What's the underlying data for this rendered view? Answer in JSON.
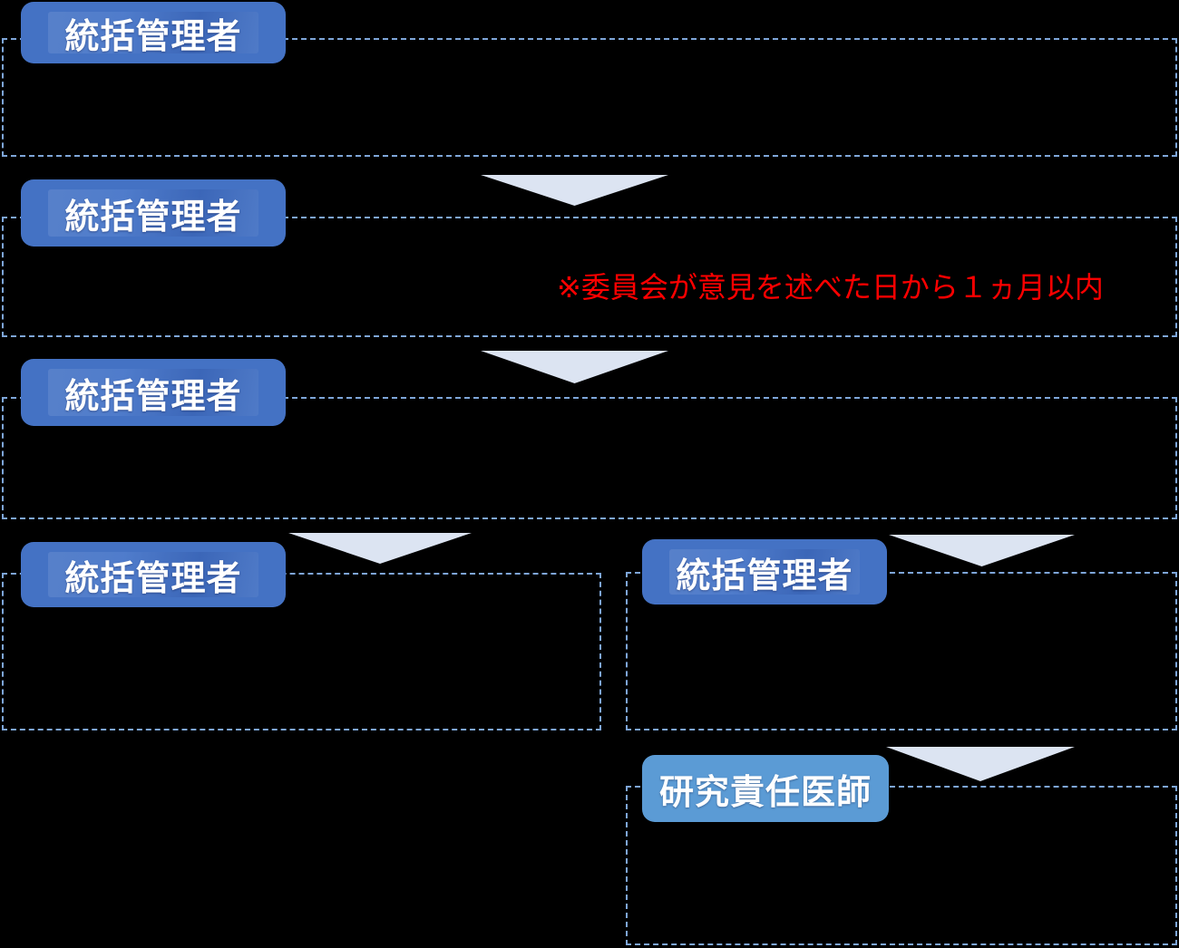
{
  "diagram": {
    "type": "flowchart",
    "background": "#000000",
    "colors": {
      "primary_box": "#4472C4",
      "secondary_box": "#5B9BD5",
      "dashed_border": "#7EA6D9",
      "arrow": "#DCE4F2",
      "annotation": "#FF0000",
      "box_text": "#FFFFFF",
      "background": "#000000"
    },
    "nodes": [
      {
        "id": "stage-1",
        "label": "統括管理者",
        "style": "primary"
      },
      {
        "id": "stage-2",
        "label": "統括管理者",
        "style": "primary"
      },
      {
        "id": "stage-3",
        "label": "統括管理者",
        "style": "primary"
      },
      {
        "id": "stage-4",
        "label": "統括管理者",
        "style": "primary"
      },
      {
        "id": "stage-5",
        "label": "統括管理者",
        "style": "primary"
      },
      {
        "id": "stage-6",
        "label": "研究責任医師",
        "style": "secondary"
      }
    ],
    "arrows": [
      {
        "from": "stage-1",
        "to": "stage-2",
        "direction": "down"
      },
      {
        "from": "stage-2",
        "to": "stage-3",
        "direction": "down"
      },
      {
        "from": "stage-3",
        "to": "stage-4",
        "direction": "down"
      },
      {
        "from": "stage-3",
        "to": "stage-5",
        "direction": "down"
      },
      {
        "from": "stage-5",
        "to": "stage-6",
        "direction": "down"
      }
    ],
    "annotation": {
      "text": "※委員会が意見を述べた日から１ヵ月以内"
    }
  }
}
